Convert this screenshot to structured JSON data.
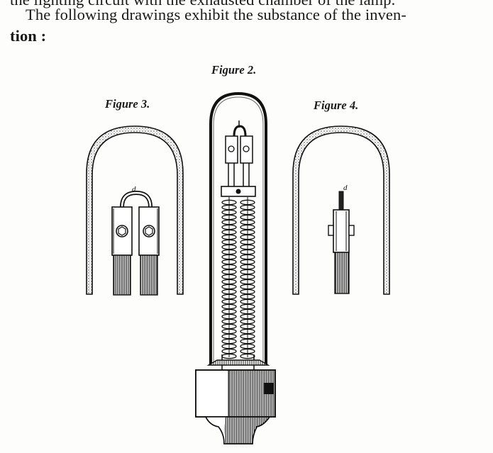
{
  "document": {
    "clipped_top_line": "the lighting circuit with the exhausted chamber of the lamp.",
    "line_1": "The following drawings exhibit the substance of the inven-",
    "line_2": "tion :"
  },
  "figures": {
    "figure_2_caption": "Figure 2.",
    "figure_3_caption": "Figure 3.",
    "figure_4_caption": "Figure 4.",
    "figure_3_label": "d",
    "figure_4_label": "d"
  }
}
